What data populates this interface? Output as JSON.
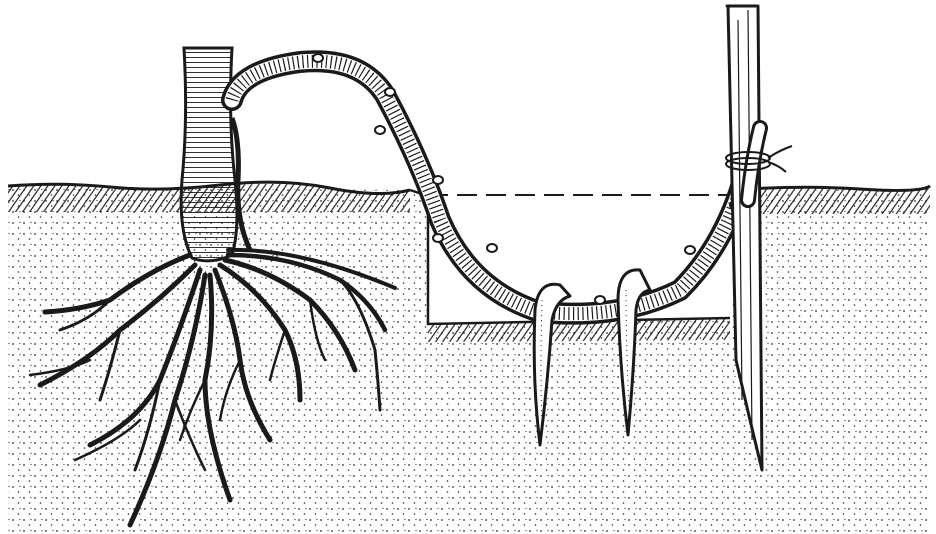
{
  "illustration": {
    "colors": {
      "ink": "#1a1a1a",
      "paper": "#ffffff",
      "soil_dot": "#2a2a2a"
    },
    "elements": [
      "plant-trunk",
      "arched-stem",
      "soil-trench",
      "roots",
      "stake",
      "tie"
    ]
  }
}
